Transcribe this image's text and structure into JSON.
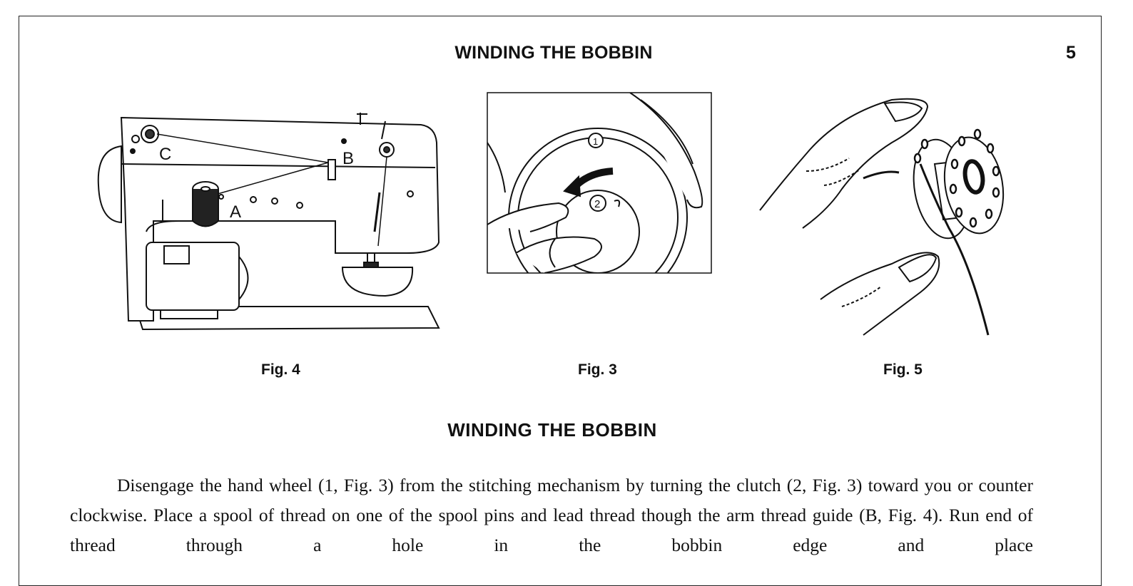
{
  "page": {
    "title": "WINDING THE BOBBIN",
    "page_number": "5"
  },
  "figures": {
    "fig4": {
      "caption": "Fig. 4",
      "labels": {
        "a": "A",
        "b": "B",
        "c": "C"
      }
    },
    "fig3": {
      "caption": "Fig. 3",
      "labels": {
        "one": "1",
        "two": "2"
      }
    },
    "fig5": {
      "caption": "Fig. 5"
    }
  },
  "section": {
    "heading": "WINDING THE BOBBIN",
    "paragraph": "Disengage the hand wheel (1, Fig. 3) from the stitching mechanism by turning the clutch (2, Fig. 3) toward you or counter clockwise. Place a spool of thread on one of the spool pins and lead thread though the arm thread guide (B, Fig. 4). Run end of thread through a hole in the bobbin edge and place"
  }
}
